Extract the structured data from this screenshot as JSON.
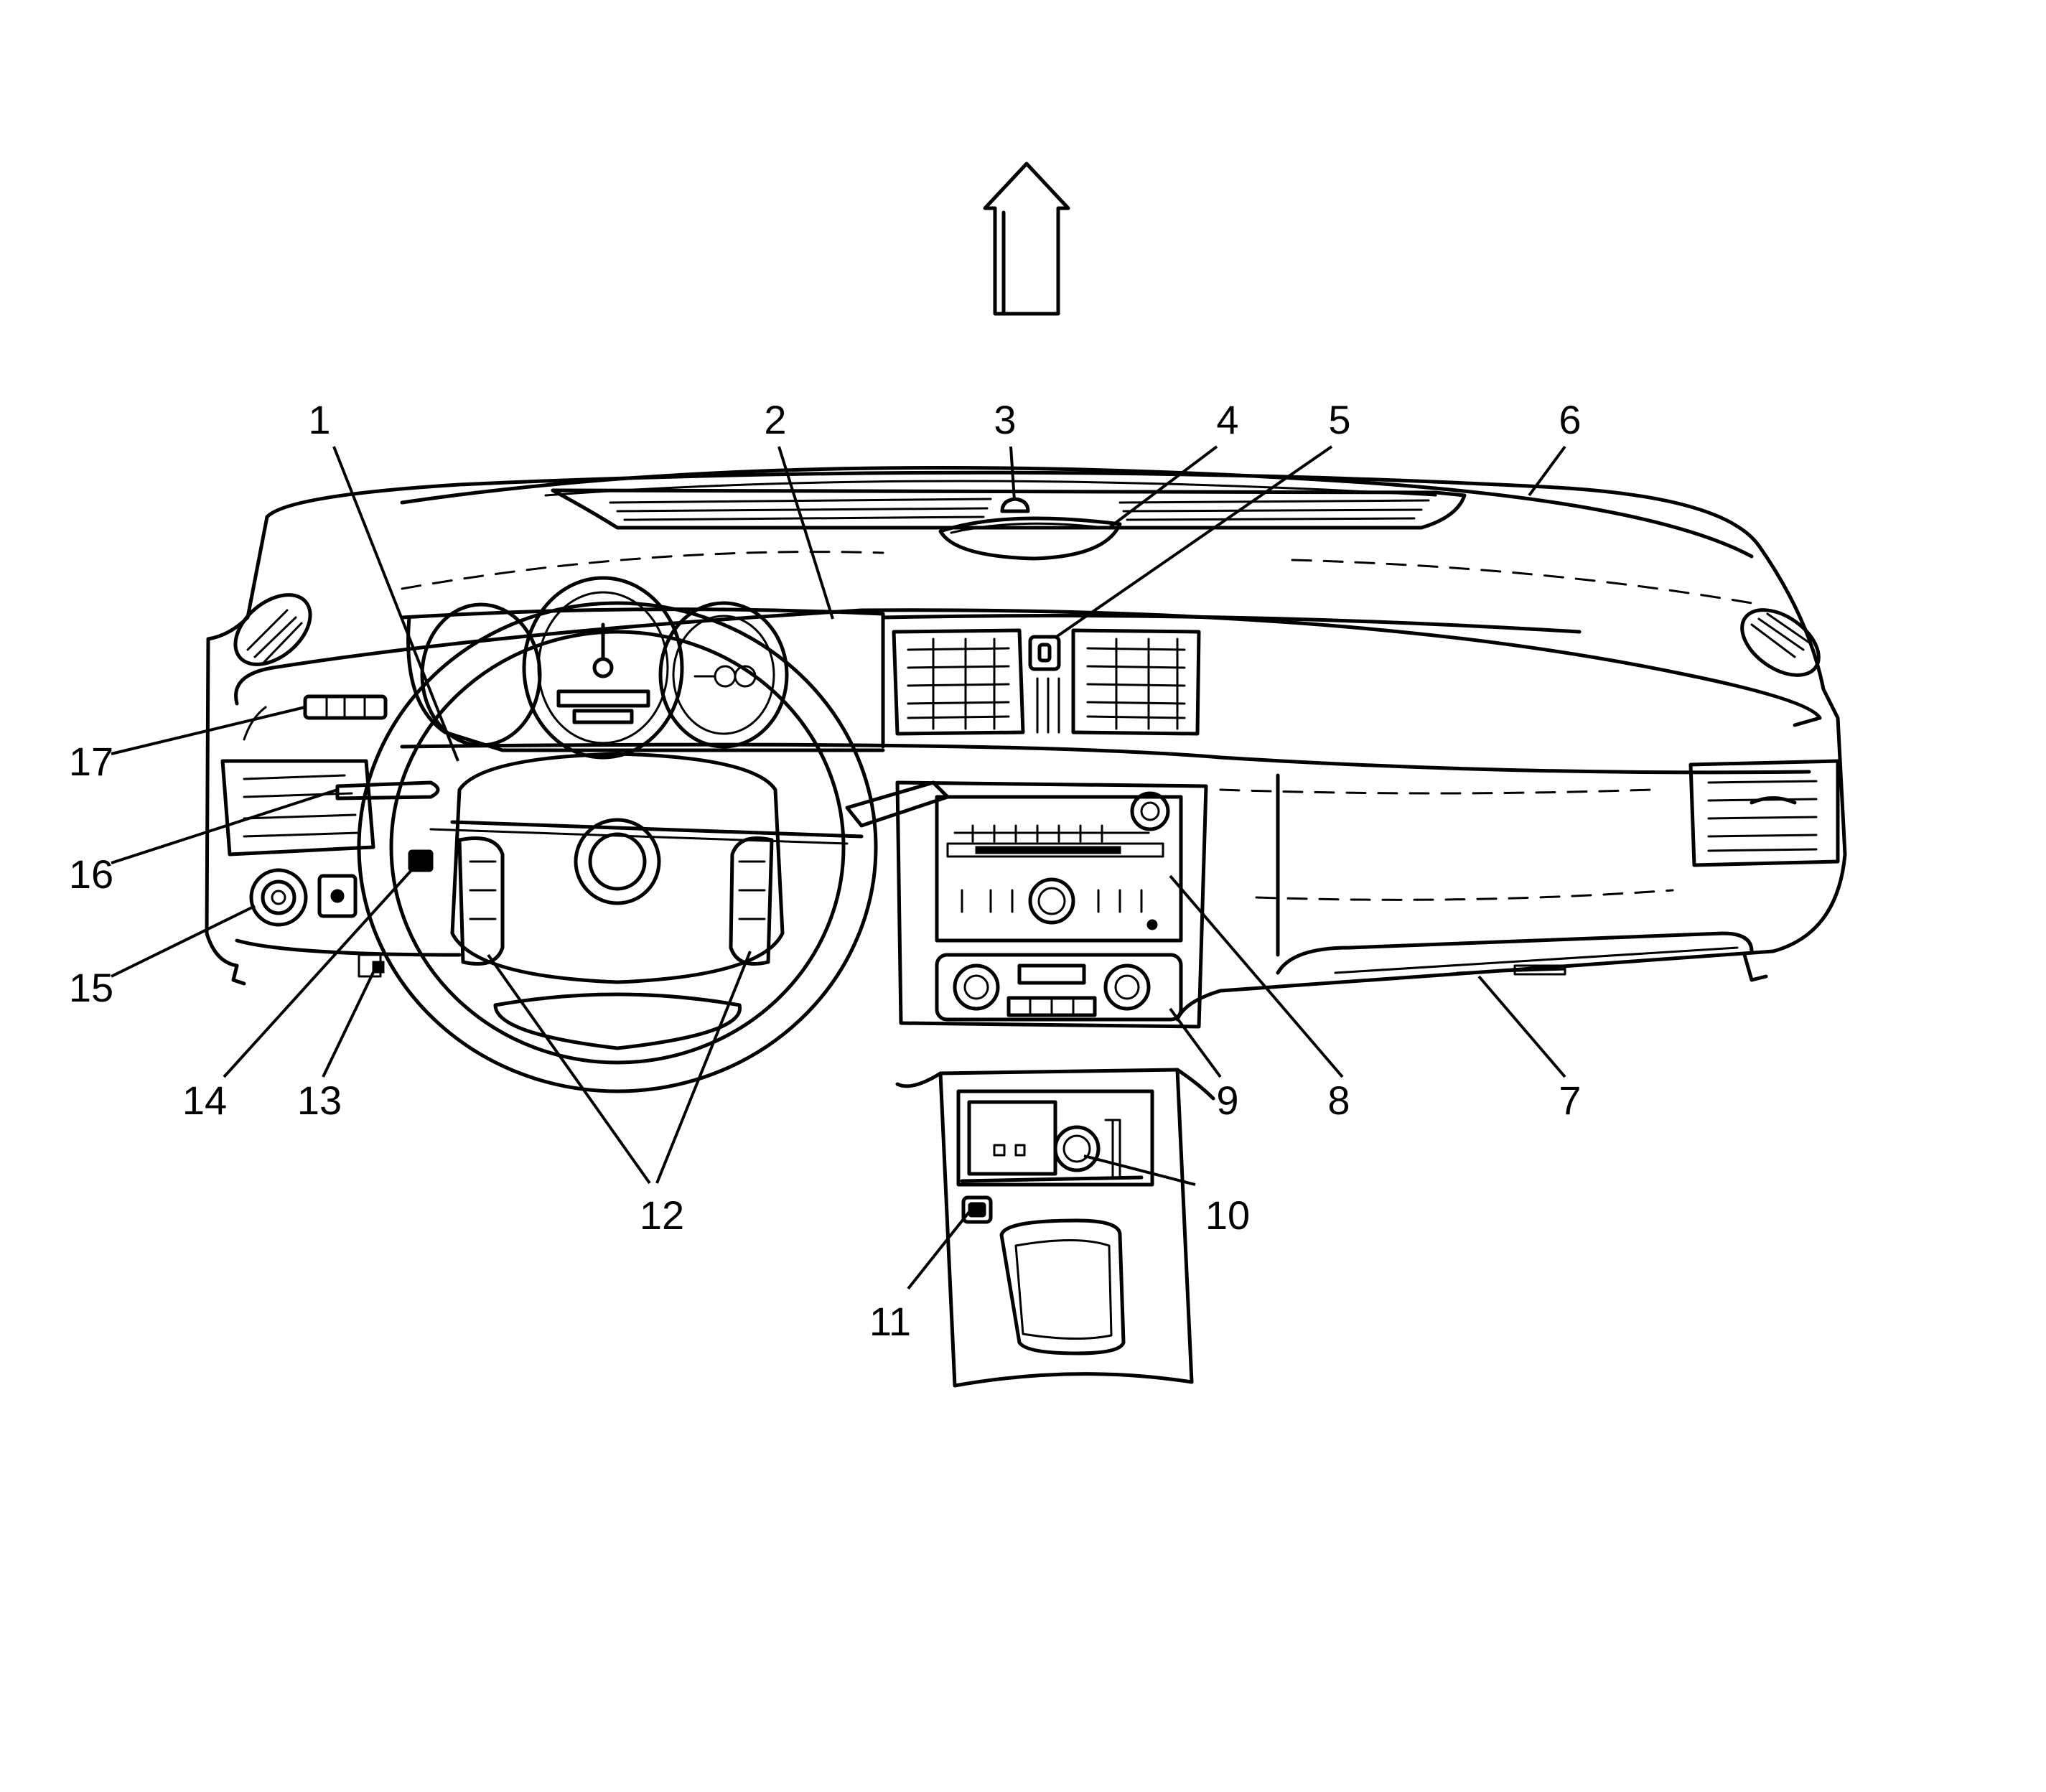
{
  "colors": {
    "line": "#000000",
    "background": "#ffffff"
  },
  "orientation_arrow": {
    "icon": "up-arrow-icon"
  },
  "callouts": [
    {
      "id": "c1",
      "text": "1"
    },
    {
      "id": "c2",
      "text": "2"
    },
    {
      "id": "c3",
      "text": "3"
    },
    {
      "id": "c4",
      "text": "4"
    },
    {
      "id": "c5",
      "text": "5"
    },
    {
      "id": "c6",
      "text": "6"
    },
    {
      "id": "c7",
      "text": "7"
    },
    {
      "id": "c8",
      "text": "8"
    },
    {
      "id": "c9",
      "text": "9"
    },
    {
      "id": "c10",
      "text": "10"
    },
    {
      "id": "c11",
      "text": "11"
    },
    {
      "id": "c12",
      "text": "12"
    },
    {
      "id": "c13",
      "text": "13"
    },
    {
      "id": "c14",
      "text": "14"
    },
    {
      "id": "c15",
      "text": "15"
    },
    {
      "id": "c16",
      "text": "16"
    },
    {
      "id": "c17",
      "text": "17"
    }
  ]
}
